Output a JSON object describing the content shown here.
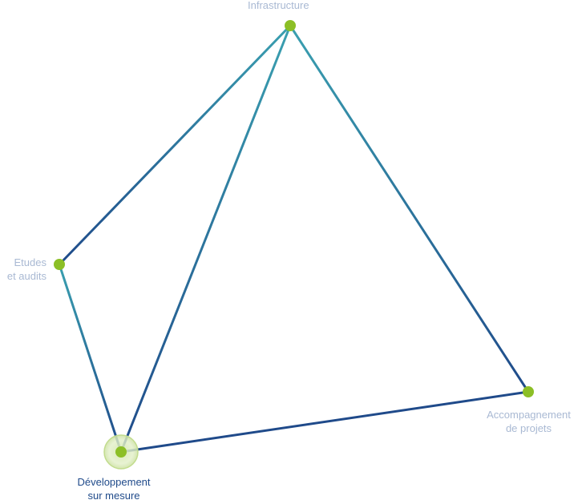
{
  "nodes": {
    "infrastructure": {
      "lines": [
        "Infrastructure"
      ],
      "active": false
    },
    "etudes": {
      "lines": [
        "Etudes",
        "et audits"
      ],
      "active": false
    },
    "accompagnement": {
      "lines": [
        "Accompagnement",
        "de projets"
      ],
      "active": false
    },
    "developpement": {
      "lines": [
        "Développement",
        "sur mesure"
      ],
      "active": true
    }
  },
  "colors": {
    "node_fill": "#8cbf26",
    "node_halo": "#c8e09a",
    "edge_dark": "#1f4a8a",
    "edge_light": "#3aa0b0",
    "label_inactive": "#a9b9d3",
    "label_active": "#1f4a8a"
  }
}
